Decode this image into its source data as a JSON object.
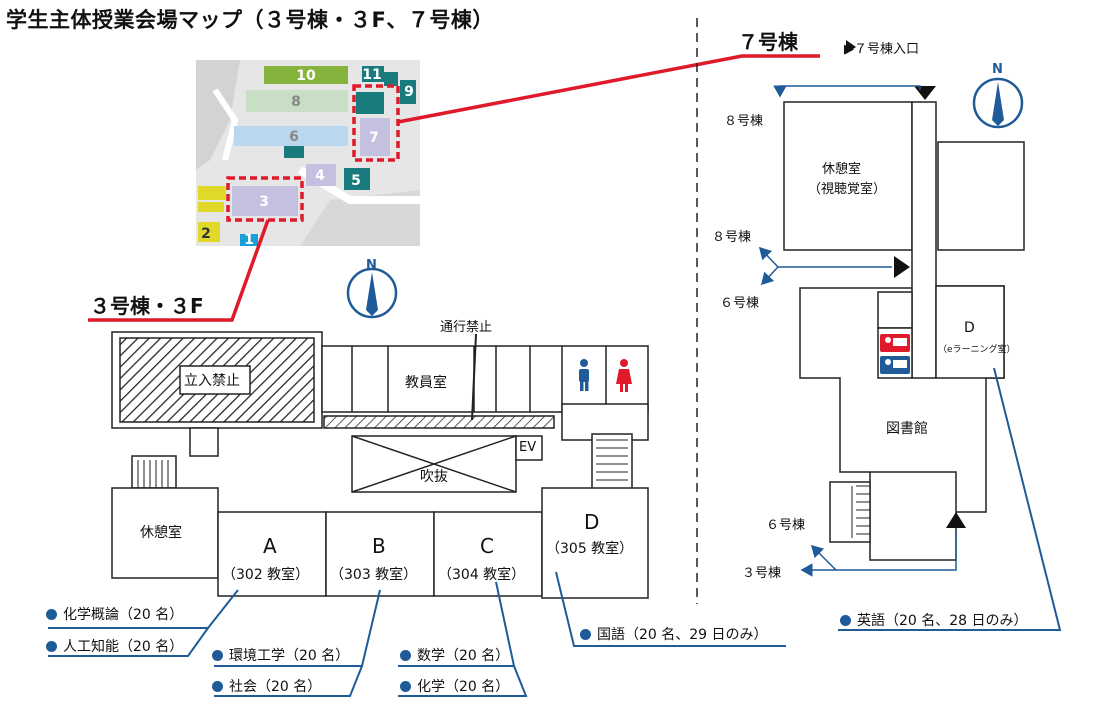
{
  "title": "学生主体授業会場マップ（３号棟・３F、７号棟）",
  "campus_map": {
    "buildings": [
      "10",
      "8",
      "6",
      "7",
      "11",
      "9",
      "4",
      "5",
      "3",
      "2",
      "1"
    ]
  },
  "callouts": {
    "building3": "３号棟・３F",
    "building7": "７号棟",
    "entrance": "▶７号棟入口"
  },
  "north": "N",
  "floor3": {
    "no_entry": "立入禁止",
    "staff_room": "教員室",
    "no_passage": "通行禁止",
    "atrium": "吹抜",
    "ev": "EV",
    "lounge": "休憩室",
    "rooms": [
      {
        "letter": "A",
        "number": "（302 教室）"
      },
      {
        "letter": "B",
        "number": "（303 教室）"
      },
      {
        "letter": "C",
        "number": "（304 教室）"
      },
      {
        "letter": "D",
        "number": "（305 教室）"
      }
    ]
  },
  "building7": {
    "lounge": "休憩室",
    "lounge_sub": "（視聴覚室）",
    "library": "図書館",
    "room_d": "D",
    "room_d_sub": "（eラーニング室）",
    "dir_8a": "８号棟",
    "dir_8b": "８号棟",
    "dir_6a": "６号棟",
    "dir_6b": "６号棟",
    "dir_3": "３号棟"
  },
  "classes": {
    "a1": "化学概論（20 名）",
    "a2": "人工知能（20 名）",
    "b1": "環境工学（20 名）",
    "b2": "社会（20 名）",
    "c1": "数学（20 名）",
    "c2": "化学（20 名）",
    "d": "国語（20 名、29 日のみ）",
    "e": "英語（20 名、28 日のみ）"
  },
  "colors": {
    "highlight": "#e0192b",
    "leader": "#1f5b99",
    "arrow": "#1f5b99",
    "male": "#1f5b99",
    "female": "#e0192b"
  }
}
